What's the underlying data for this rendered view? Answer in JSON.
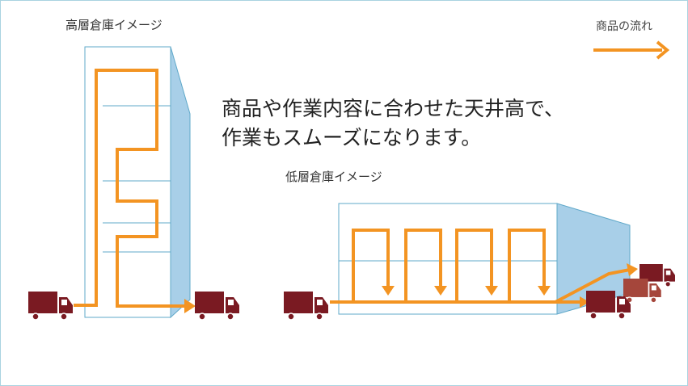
{
  "labels": {
    "high_warehouse": "高層倉庫イメージ",
    "low_warehouse": "低層倉庫イメージ",
    "legend": "商品の流れ"
  },
  "tagline": {
    "line1": "商品や作業内容に合わせた天井高で、",
    "line2": "作業もスムーズになります。"
  },
  "colors": {
    "flow_arrow": "#f39422",
    "building_front": "#ffffff",
    "building_side": "#a8cfe8",
    "building_outline": "#5fa8c9",
    "floor_line": "#5fa8c9",
    "truck_primary": "#7a1a22",
    "truck_secondary": "#a5463b",
    "frame_border": "#a9d3e0"
  },
  "icons": {
    "truck": "delivery-truck-icon",
    "arrow": "arrow-right-icon"
  }
}
